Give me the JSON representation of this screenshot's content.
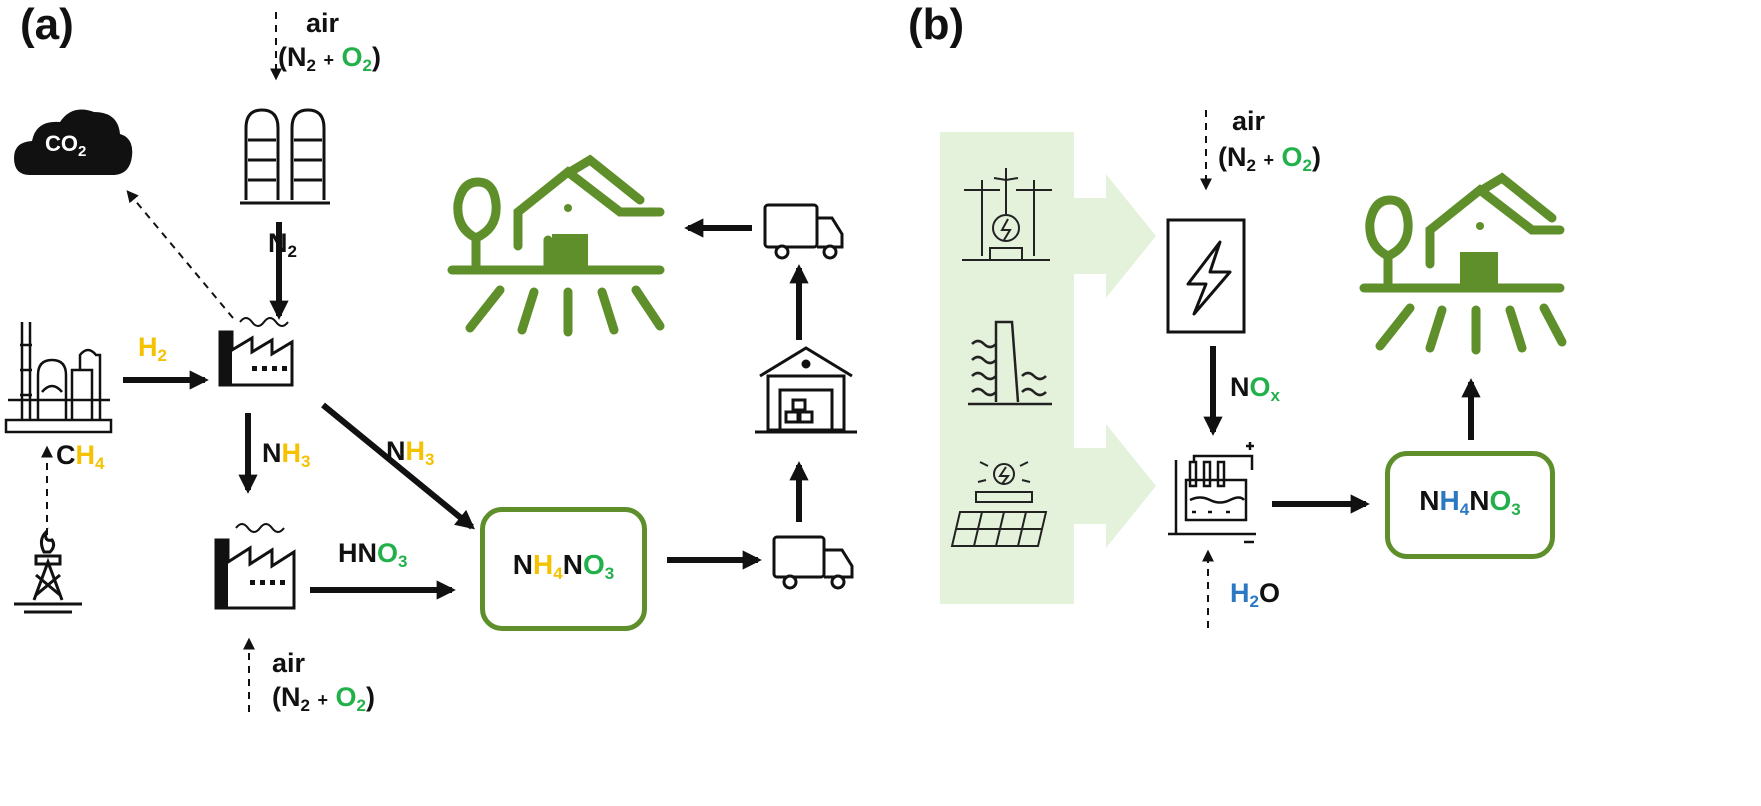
{
  "panels": {
    "a": "(a)",
    "b": "(b)"
  },
  "colors": {
    "black": "#111111",
    "yellow": "#f5c200",
    "green": "#22b04a",
    "blue": "#2b79c2",
    "farm_green": "#5e8f2a",
    "band": "#e4f2dc"
  },
  "panel_a": {
    "air_top": {
      "word": "air",
      "n": "N",
      "n_sub": "2",
      "plus": "+",
      "o": "O",
      "o_sub": "2"
    },
    "co2": {
      "c": "CO",
      "sub": "2"
    },
    "n2": {
      "n": "N",
      "sub": "2"
    },
    "h2": {
      "h": "H",
      "sub": "2"
    },
    "ch4": {
      "c": "C",
      "h": "H",
      "sub": "4"
    },
    "nh3_down": {
      "n": "N",
      "h": "H",
      "sub": "3"
    },
    "nh3_diag": {
      "n": "N",
      "h": "H",
      "sub": "3"
    },
    "hno3": {
      "hn": "HN",
      "o": "O",
      "sub": "3"
    },
    "product": {
      "n1": "N",
      "h": "H",
      "h_sub": "4",
      "n2": "N",
      "o": "O",
      "o_sub": "3"
    },
    "air_bottom": {
      "word": "air",
      "n": "N",
      "n_sub": "2",
      "plus": "+",
      "o": "O",
      "o_sub": "2"
    }
  },
  "panel_b": {
    "air_top": {
      "word": "air",
      "n": "N",
      "n_sub": "2",
      "plus": "+",
      "o": "O",
      "o_sub": "2"
    },
    "nox": {
      "n": "N",
      "o": "O",
      "sub": "x"
    },
    "h2o": {
      "h": "H",
      "sub": "2",
      "o": "O"
    },
    "product": {
      "n1": "N",
      "h": "H",
      "h_sub": "4",
      "n2": "N",
      "o": "O",
      "o_sub": "3"
    }
  },
  "icons": [
    "air-separation-icon",
    "cloud-co2-icon",
    "refinery-icon",
    "gas-well-icon",
    "factory-icon",
    "factory-icon",
    "farm-icon",
    "truck-icon",
    "warehouse-icon",
    "truck-icon",
    "wind-turbine-icon",
    "hydro-dam-icon",
    "solar-panel-icon",
    "lightning-box-icon",
    "electrolyzer-icon",
    "farm-icon"
  ]
}
